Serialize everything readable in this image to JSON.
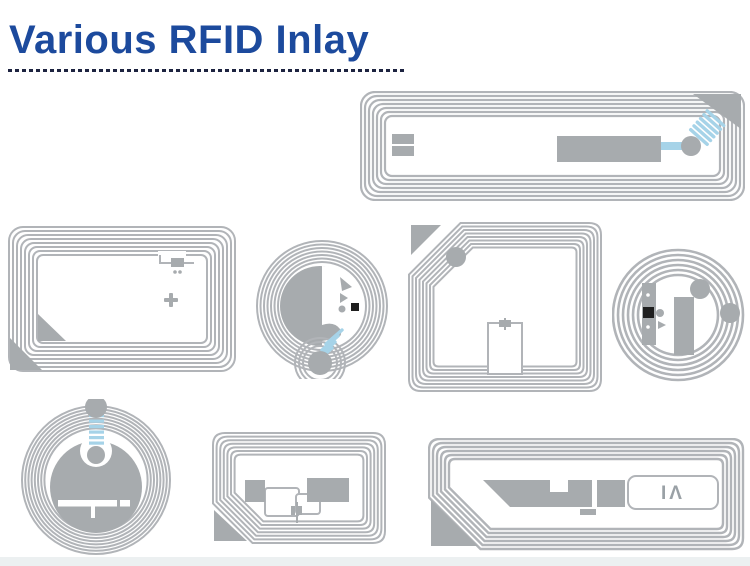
{
  "page": {
    "title": "Various RFID Inlay"
  },
  "colors": {
    "background": "#ffffff",
    "title_blue": "#1c4a9d",
    "underline_navy": "#1d2340",
    "coil_gray": "#b1b4b8",
    "fill_gray": "#a7abae",
    "accent_blue": "#a6d3e8",
    "chip_black": "#1f1f1f",
    "inlay_white": "#ffffff",
    "footer_strip": "#e9edee"
  },
  "markings": {
    "bottom_right_inlay_text": "IΛ"
  },
  "inlays": [
    {
      "id": "wide-rectangle-inlay-top-right",
      "shape": "rounded-rectangle-coil"
    },
    {
      "id": "rectangle-inlay-middle-left",
      "shape": "rounded-rectangle-coil"
    },
    {
      "id": "circle-inlay-middle-small",
      "shape": "circular-coil"
    },
    {
      "id": "square-inlay-middle-center",
      "shape": "square-coil"
    },
    {
      "id": "circle-inlay-middle-right",
      "shape": "circular-coil"
    },
    {
      "id": "circle-inlay-bottom-left",
      "shape": "circular-coil"
    },
    {
      "id": "rectangle-inlay-bottom-center",
      "shape": "rounded-rectangle-coil"
    },
    {
      "id": "wide-rectangle-inlay-bottom-right",
      "shape": "rounded-rectangle-coil"
    }
  ]
}
